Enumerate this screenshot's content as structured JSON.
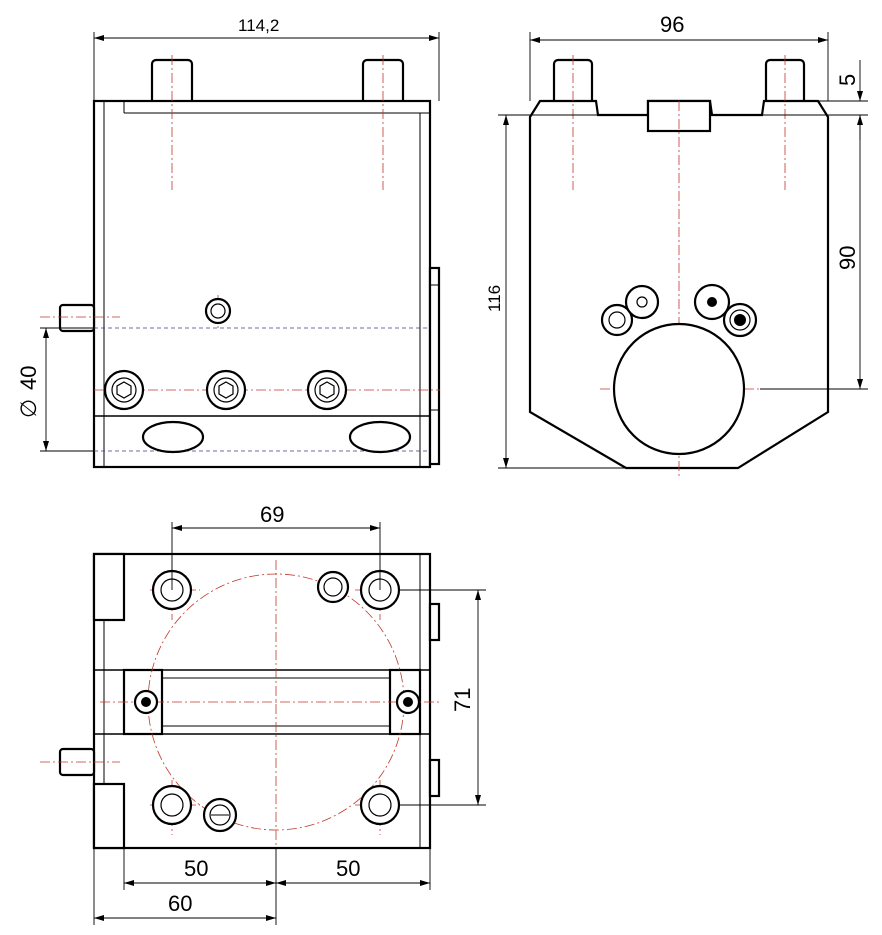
{
  "dimensions": {
    "front_width": "114,2",
    "side_width": "96",
    "side_top_offset": "5",
    "side_height_center": "90",
    "side_height_total": "116",
    "bore_diameter_symbol": "∅",
    "bore_diameter": "40",
    "bottom_hole_spacing_x": "69",
    "bottom_hole_spacing_y": "71",
    "bottom_left_offset": "50",
    "bottom_right_offset": "50",
    "bottom_total_offset": "60"
  }
}
